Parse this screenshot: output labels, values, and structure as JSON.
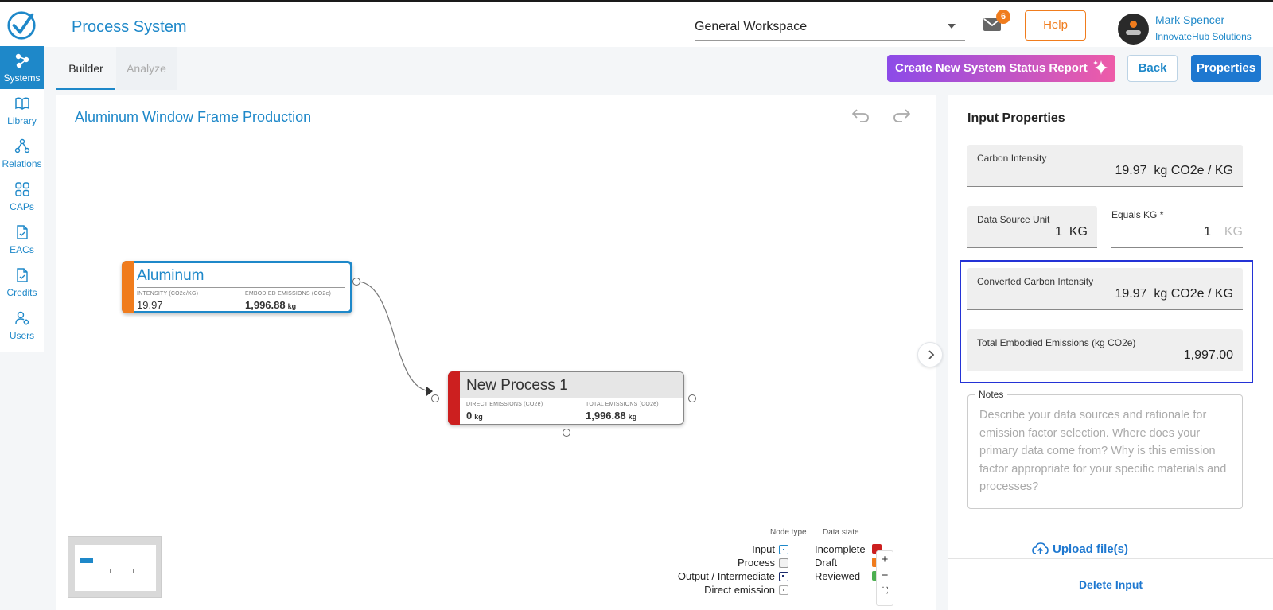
{
  "header": {
    "app_title": "Process System",
    "workspace": "General Workspace",
    "mail_count": "6",
    "help_label": "Help",
    "user_name": "Mark Spencer",
    "user_org": "InnovateHub Solutions"
  },
  "sidebar": {
    "items": [
      {
        "label": "Systems",
        "icon": "systems-icon",
        "active": true
      },
      {
        "label": "Library",
        "icon": "book-icon"
      },
      {
        "label": "Relations",
        "icon": "relations-icon"
      },
      {
        "label": "CAPs",
        "icon": "grid-icon"
      },
      {
        "label": "EACs",
        "icon": "document-check-icon"
      },
      {
        "label": "Credits",
        "icon": "document-check-icon"
      },
      {
        "label": "Users",
        "icon": "users-gear-icon"
      }
    ]
  },
  "tabs": [
    {
      "label": "Builder",
      "active": true
    },
    {
      "label": "Analyze"
    }
  ],
  "toolbar": {
    "report_label": "Create New System Status Report",
    "back_label": "Back",
    "properties_label": "Properties"
  },
  "canvas": {
    "title": "Aluminum Window Frame Production",
    "nodes": [
      {
        "name": "Aluminum",
        "type": "Input",
        "state": "Draft",
        "left_label": "INTENSITY (CO2e/KG)",
        "left_value": "19.97",
        "right_label": "EMBODIED EMISSIONS (CO2e)",
        "right_value": "1,996.88",
        "right_unit": "kg"
      },
      {
        "name": "New Process 1",
        "type": "Process",
        "state": "Incomplete",
        "left_label": "DIRECT EMISSIONS (CO2e)",
        "left_value": "0",
        "left_unit": "kg",
        "right_label": "TOTAL EMISSIONS (CO2e)",
        "right_value": "1,996.88",
        "right_unit": "kg"
      }
    ],
    "legend": {
      "node_type_header": "Node type",
      "data_state_header": "Data state",
      "node_types": [
        "Input",
        "Process",
        "Output / Intermediate",
        "Direct emission"
      ],
      "data_states": [
        {
          "label": "Incomplete",
          "color": "#cc1f1f"
        },
        {
          "label": "Draft",
          "color": "#f07c1d"
        },
        {
          "label": "Reviewed",
          "color": "#4caf50"
        }
      ]
    },
    "zoom": {
      "in": "+",
      "out": "−",
      "fit": "⛶"
    }
  },
  "panel": {
    "title": "Input Properties",
    "carbon_intensity": {
      "label": "Carbon Intensity",
      "value": "19.97  kg CO2e / KG"
    },
    "data_source_unit": {
      "label": "Data Source Unit",
      "value": "1  KG"
    },
    "equals_kg": {
      "label": "Equals KG *",
      "value": "1",
      "unit": "KG"
    },
    "converted_intensity": {
      "label": "Converted Carbon Intensity",
      "value": "19.97  kg CO2e / KG"
    },
    "total_embodied": {
      "label": "Total Embodied Emissions (kg CO2e)",
      "value": "1,997.00"
    },
    "notes": {
      "label": "Notes",
      "placeholder": "Describe your data sources and rationale for emission factor selection. Where does your primary data come from? Why is this emission factor appropriate for your specific materials and processes?"
    },
    "upload_label": "Upload file(s)",
    "delete_label": "Delete Input"
  },
  "colors": {
    "brand_blue": "#1e88c9",
    "primary_button": "#1e78d0",
    "help_orange": "#f07c1d",
    "highlight_border": "#2433d6"
  }
}
